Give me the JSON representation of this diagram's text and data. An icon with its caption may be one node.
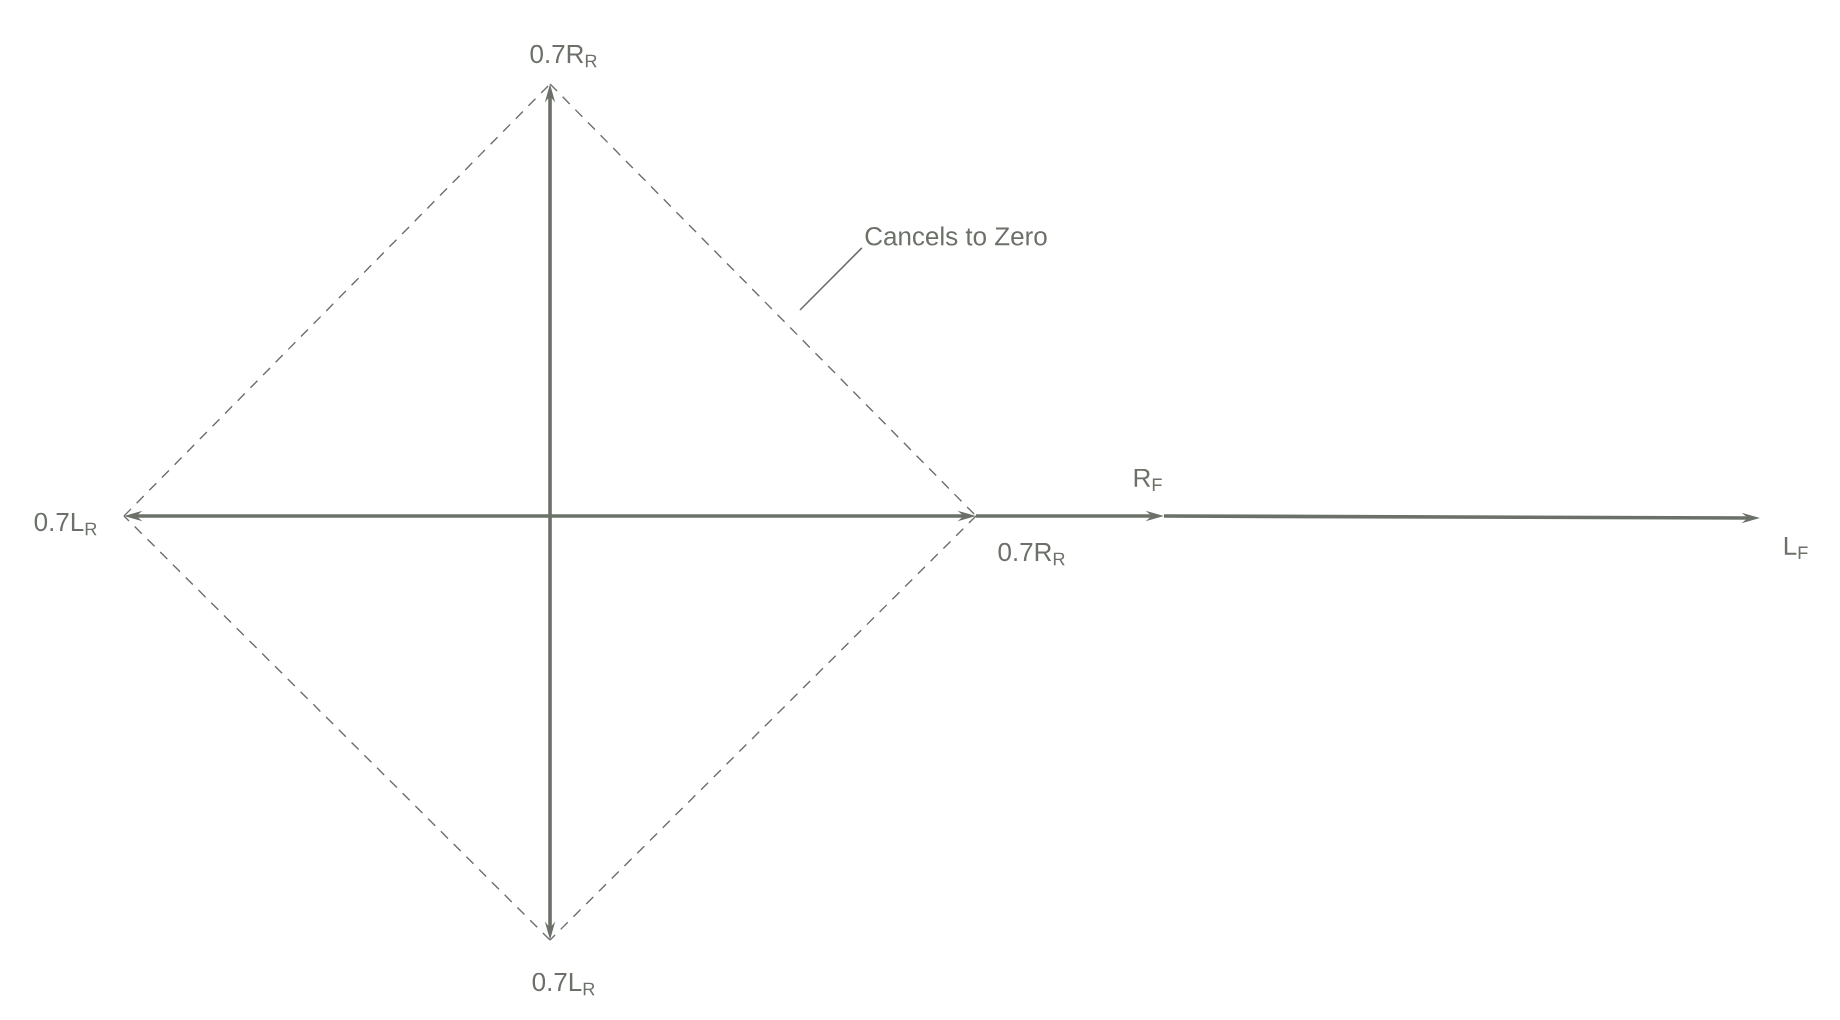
{
  "diagram": {
    "nodes": [
      {
        "text": [
          "0.7R$_{R}$"
        ]
      },
      {
        "text": [
          "0.7L$_{R}$"
        ]
      },
      {
        "text": [
          "0.7R$_{R}$"
        ]
      },
      {
        "text": [
          "0.7L$_{R}$"
        ]
      },
      {
        "text": [
          "R$_{F}$"
        ]
      },
      {
        "text": [
          "L$_{F}$"
        ]
      },
      {
        "text": [
          "Cancels to Zero"
        ]
      }
    ],
    "edges": [
      {
        "from": 3,
        "to": 0,
        "arrow": "both"
      },
      {
        "from": 1,
        "to": 2,
        "arrow": "both"
      },
      {
        "from": 2,
        "to": 4,
        "arrow": "to"
      },
      {
        "from": 4,
        "to": 5,
        "arrow": "to"
      },
      {
        "from": 0,
        "to": 2,
        "arrow": "none",
        "style": "dashed"
      },
      {
        "from": 2,
        "to": 3,
        "arrow": "none",
        "style": "dashed"
      },
      {
        "from": 3,
        "to": 1,
        "arrow": "none",
        "style": "dashed"
      },
      {
        "from": 1,
        "to": 0,
        "arrow": "none",
        "style": "dashed"
      },
      {
        "from": 6,
        "to": null,
        "arrow": "none"
      }
    ]
  }
}
